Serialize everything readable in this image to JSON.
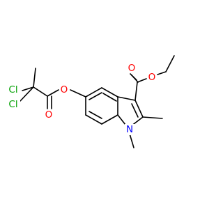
{
  "colors": {
    "background": "#ffffff",
    "bond": "#000000",
    "oxygen": "#ff0000",
    "nitrogen": "#0000ff",
    "chlorine": "#00a000"
  },
  "atoms": {
    "o_carbonyl_ester": "O",
    "o_ether_ester": "O",
    "o_aryl_ester": "O",
    "o_carbonyl_dcp": "O",
    "n_indole": "N",
    "cl_upper": "Cl",
    "cl_lower": "Cl"
  }
}
